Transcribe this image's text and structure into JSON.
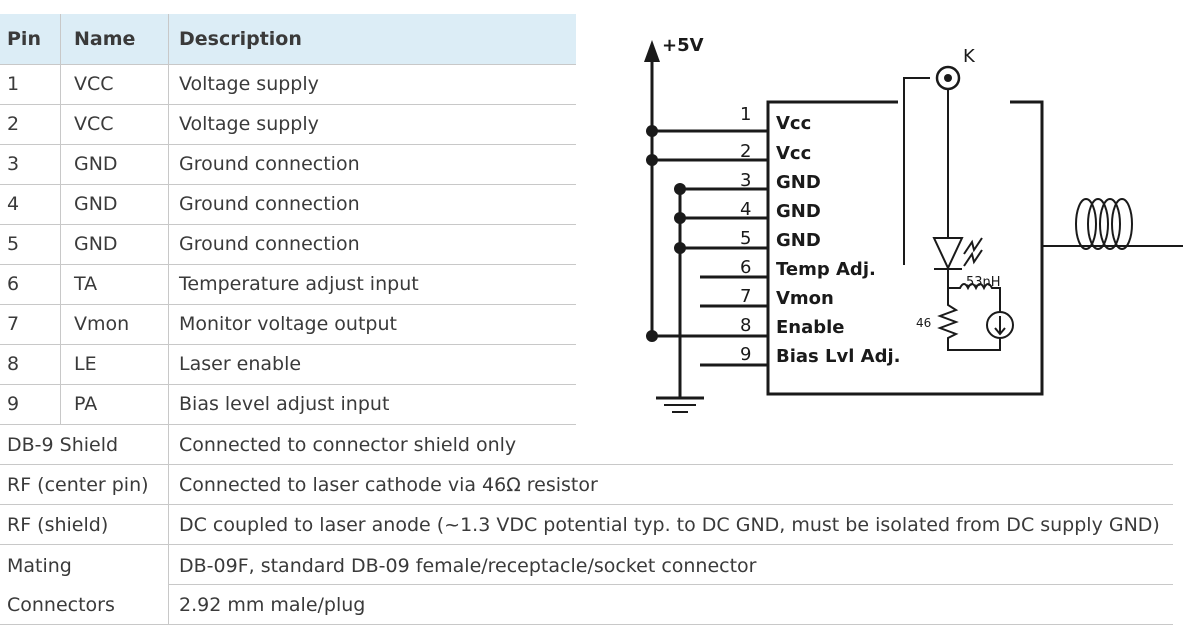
{
  "table": {
    "headers": [
      "Pin",
      "Name",
      "Description"
    ],
    "pin_rows": [
      {
        "pin": "1",
        "name": "VCC",
        "desc": "Voltage supply"
      },
      {
        "pin": "2",
        "name": "VCC",
        "desc": "Voltage supply"
      },
      {
        "pin": "3",
        "name": "GND",
        "desc": "Ground connection"
      },
      {
        "pin": "4",
        "name": "GND",
        "desc": "Ground connection"
      },
      {
        "pin": "5",
        "name": "GND",
        "desc": "Ground connection"
      },
      {
        "pin": "6",
        "name": "TA",
        "desc": "Temperature adjust input"
      },
      {
        "pin": "7",
        "name": "Vmon",
        "desc": "Monitor voltage output"
      },
      {
        "pin": "8",
        "name": "LE",
        "desc": "Laser enable"
      },
      {
        "pin": "9",
        "name": "PA",
        "desc": "Bias level adjust input"
      }
    ],
    "extra_rows": [
      {
        "label": "DB-9 Shield",
        "desc": "Connected to connector shield only"
      },
      {
        "label": "RF (center pin)",
        "desc": "Connected to laser cathode via 46Ω resistor"
      },
      {
        "label": "RF (shield)",
        "desc": "DC coupled to laser anode (~1.3 VDC potential typ. to DC GND, must be isolated from DC supply GND)"
      }
    ],
    "mating": {
      "label_line1": "Mating",
      "label_line2": "Connectors",
      "desc_line1": "DB-09F, standard DB-09 female/receptacle/socket connector",
      "desc_line2": "2.92 mm male/plug"
    }
  },
  "diagram": {
    "supply_label": "+5V",
    "connector_label": "K",
    "pins": [
      {
        "num": "1",
        "label": "Vcc"
      },
      {
        "num": "2",
        "label": "Vcc"
      },
      {
        "num": "3",
        "label": "GND"
      },
      {
        "num": "4",
        "label": "GND"
      },
      {
        "num": "5",
        "label": "GND"
      },
      {
        "num": "6",
        "label": "Temp Adj."
      },
      {
        "num": "7",
        "label": "Vmon"
      },
      {
        "num": "8",
        "label": "Enable"
      },
      {
        "num": "9",
        "label": "Bias Lvl Adj."
      }
    ],
    "inductor_label": "53nH",
    "resistor_label": "46"
  }
}
